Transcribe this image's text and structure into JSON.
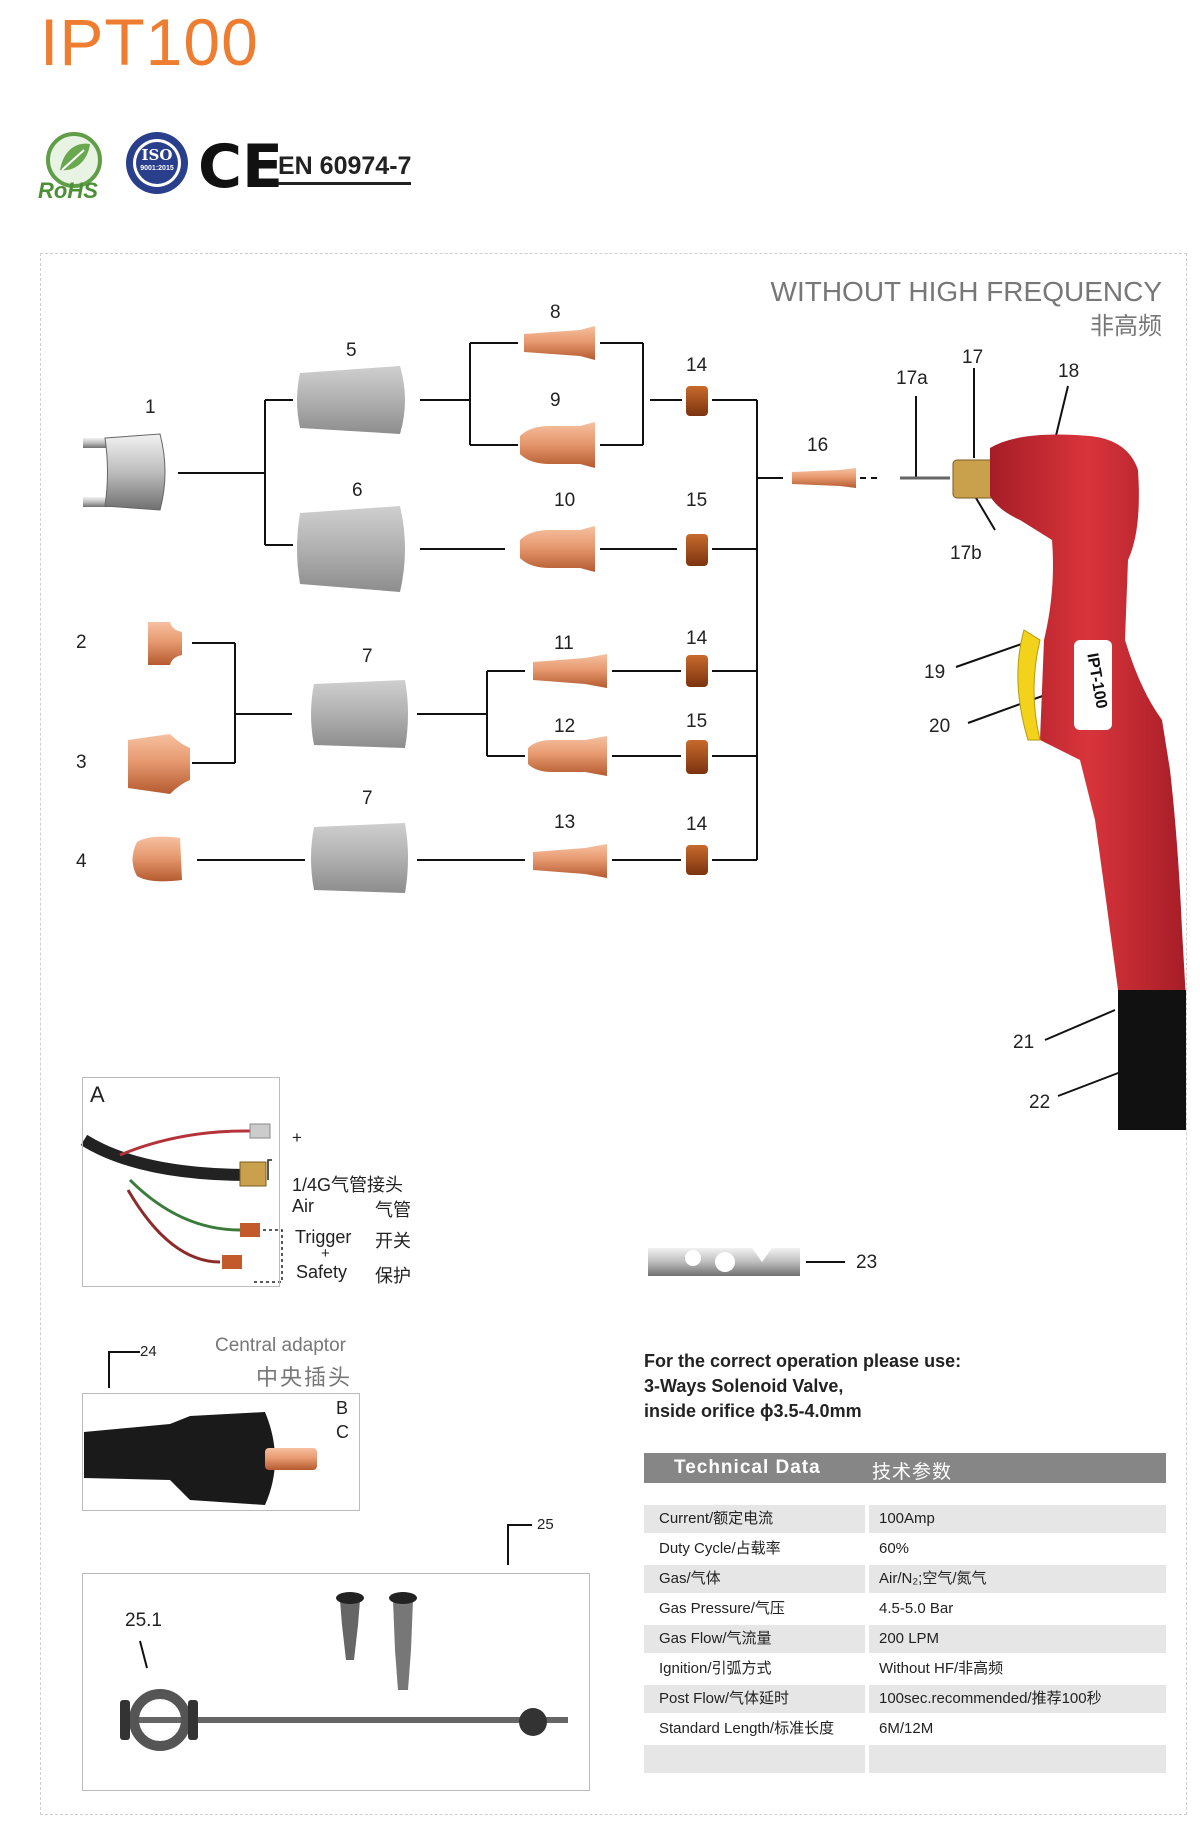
{
  "header": {
    "title": "IPT100"
  },
  "certifications": {
    "rohs": "RoHS",
    "iso_main": "ISO",
    "iso_sub": "9001:2015",
    "ce": "CE",
    "standard": "EN 60974-7"
  },
  "diagram": {
    "heading_en": "WITHOUT HIGH FREQUENCY",
    "heading_cn": "非高频",
    "part_numbers": {
      "p1": "1",
      "p2": "2",
      "p3": "3",
      "p4": "4",
      "p5": "5",
      "p6": "6",
      "p7a": "7",
      "p7b": "7",
      "p8": "8",
      "p9": "9",
      "p10": "10",
      "p11": "11",
      "p12": "12",
      "p13": "13",
      "p14a": "14",
      "p14b": "14",
      "p14c": "14",
      "p15a": "15",
      "p15b": "15",
      "p16": "16",
      "p17": "17",
      "p17a": "17a",
      "p17b": "17b",
      "p18": "18",
      "p19": "19",
      "p20": "20",
      "p21": "21",
      "p22": "22",
      "p23": "23",
      "p24": "24",
      "p25": "25",
      "p25_1": "25.1"
    },
    "torch_label": "IPT-100"
  },
  "connection_box": {
    "letter": "A",
    "plus_top": "+",
    "gas_fitting": "1/4G气管接头",
    "air_en": "Air",
    "air_cn": "气管",
    "trigger_en": "Trigger",
    "trigger_cn": "开关",
    "plus_mid": "+",
    "safety_en": "Safety",
    "safety_cn": "保护"
  },
  "adaptor": {
    "title_en": "Central adaptor",
    "title_cn": "中央插头",
    "letter_b": "B",
    "letter_c": "C"
  },
  "note": {
    "line1": "For the correct operation please use:",
    "line2": "3-Ways Solenoid Valve,",
    "line3": "inside orifice ϕ3.5-4.0mm"
  },
  "technical_data": {
    "title_en": "Technical  Data",
    "title_cn": "技术参数",
    "rows": [
      {
        "label": "Current/额定电流",
        "value": "100Amp"
      },
      {
        "label": "Duty Cycle/占载率",
        "value": "60%"
      },
      {
        "label": "Gas/气体",
        "value": "Air/N₂;空气/氮气"
      },
      {
        "label": "Gas Pressure/气压",
        "value": "4.5-5.0 Bar"
      },
      {
        "label": "Gas Flow/气流量",
        "value": "200 LPM"
      },
      {
        "label": "Ignition/引弧方式",
        "value": "Without HF/非高频"
      },
      {
        "label": "Post Flow/气体延时",
        "value": "100sec.recommended/推荐100秒"
      },
      {
        "label": "Standard Length/标准长度",
        "value": "6M/12M"
      },
      {
        "label": "",
        "value": ""
      }
    ]
  },
  "colors": {
    "title": "#ee7d32",
    "copper": "#d9825a",
    "ceramic": "#a9a9a9",
    "torch_red": "#c8262f",
    "trigger_yellow": "#f2d21b",
    "table_header": "#868686",
    "table_row": "#e6e6e6"
  }
}
